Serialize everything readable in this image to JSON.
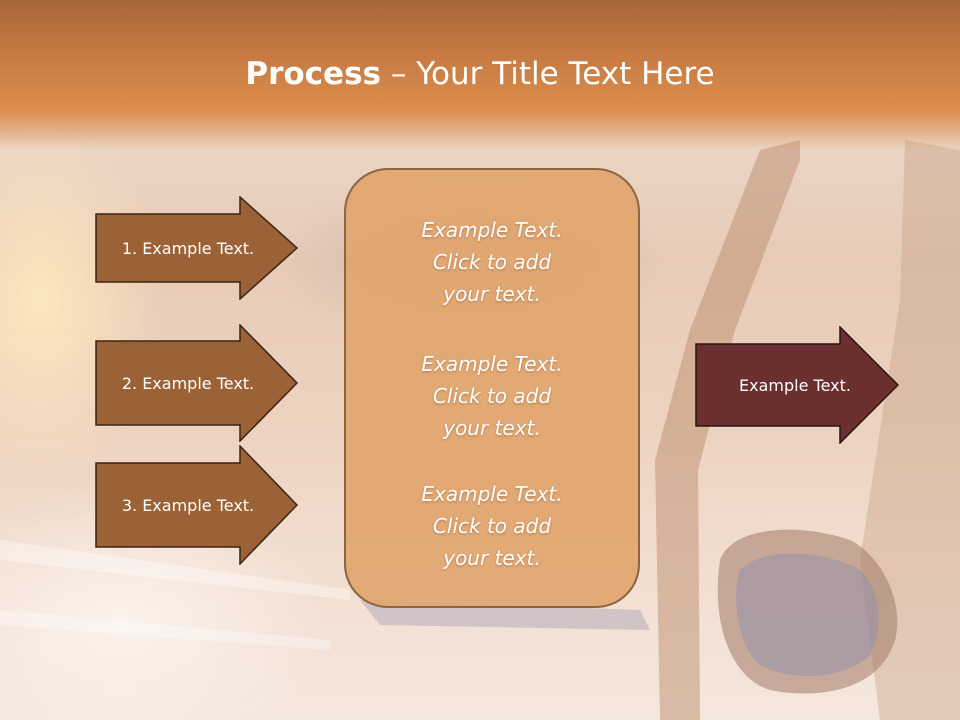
{
  "slide": {
    "title_bold": "Process",
    "title_rest": " – Your Title Text Here"
  },
  "left_arrows": [
    {
      "label": "1. Example Text."
    },
    {
      "label": "2. Example Text."
    },
    {
      "label": "3. Example Text."
    }
  ],
  "center_box": {
    "items": [
      {
        "line1": "Example Text.",
        "line2": "Click  to add",
        "line3": "your text."
      },
      {
        "line1": "Example Text.",
        "line2": "Click  to add",
        "line3": "your text."
      },
      {
        "line1": "Example Text.",
        "line2": "Click  to add",
        "line3": "your text."
      }
    ]
  },
  "right_arrow": {
    "label": "Example Text."
  },
  "colors": {
    "header": "#c67a42",
    "left_arrow_fill": "#9a6236",
    "right_arrow_fill": "#6b2f2f",
    "center_box_fill": "#e1a56e",
    "arrow_border": "#3a2412"
  }
}
